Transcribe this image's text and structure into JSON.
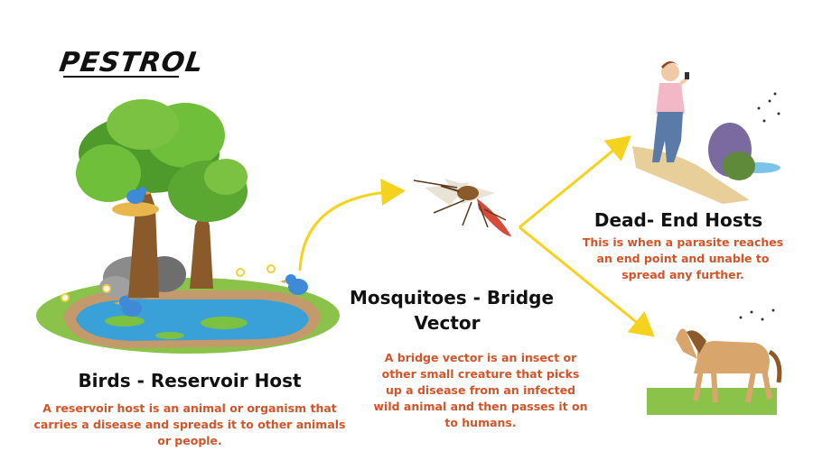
{
  "brand": {
    "name": "PESTROL"
  },
  "nodes": {
    "birds": {
      "title": "Birds - Reservoir Host",
      "description": "A reservoir host is an animal or organism that carries a disease and spreads it to other animals or people."
    },
    "mosquitoes": {
      "title_line1": "Mosquitoes - Bridge",
      "title_line2": "Vector",
      "description": "A bridge vector is an insect or other small creature that picks up a disease from an infected wild animal and then passes it on to humans."
    },
    "dead_end": {
      "title": "Dead- End Hosts",
      "description": "This is when a parasite reaches an end point and unable to spread any further."
    }
  },
  "colors": {
    "arrow": "#f5d21e",
    "description_text": "#d0552a",
    "title_text": "#111111",
    "pond_water": "#3aa0d8",
    "grass": "#8bc34a"
  },
  "icons": [
    "tree-icon",
    "bird-icon",
    "pond-icon",
    "mosquito-icon",
    "woman-icon",
    "horse-icon",
    "arrow-icon"
  ]
}
